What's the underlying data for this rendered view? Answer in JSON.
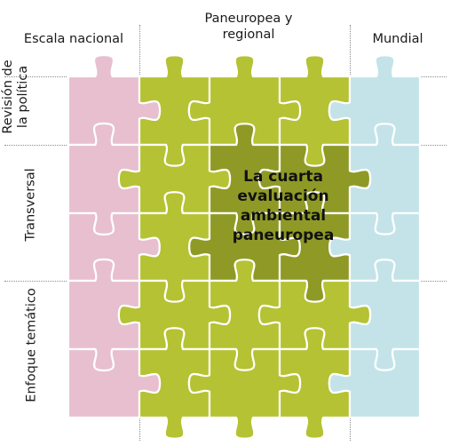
{
  "header": {
    "col1": "Escala nacional",
    "col2_line1": "Paneuropea y",
    "col2_line2": "regional",
    "col3": "Mundial"
  },
  "rows": {
    "row1_line1": "Revisión de",
    "row1_line2": "la política",
    "row2": "Transversal",
    "row3": "Enfoque temático"
  },
  "center": {
    "line1": "La cuarta",
    "line2": "evaluación",
    "line3": "ambiental",
    "line4": "paneuropea"
  },
  "colors": {
    "national": "#e7bfcf",
    "regional": "#b5c233",
    "global": "#c3e3e9",
    "center": "#8f9a26",
    "stroke": "#ffffff"
  }
}
